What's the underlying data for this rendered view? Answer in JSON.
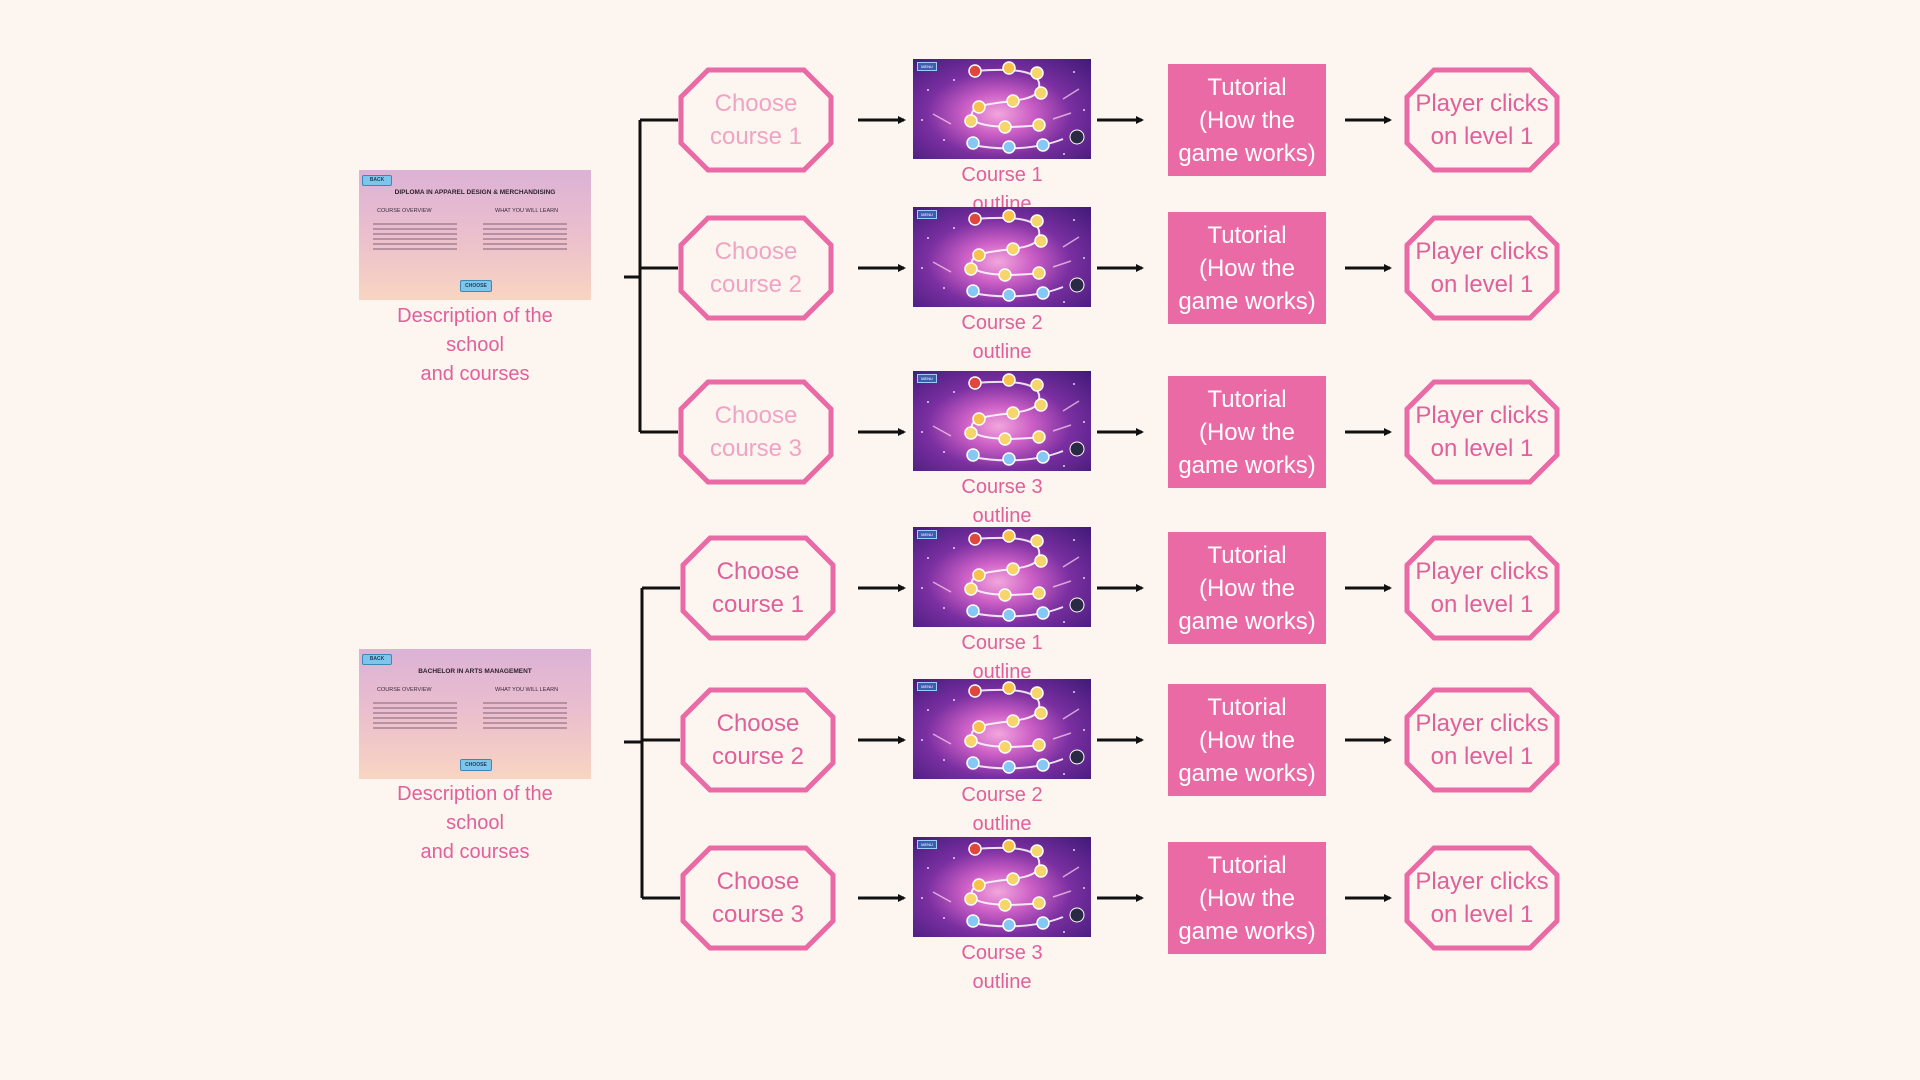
{
  "flows": [
    {
      "description": {
        "back_label": "BACK",
        "title": "DIPLOMA IN APPAREL DESIGN & MERCHANDISING",
        "col1_heading": "COURSE OVERVIEW",
        "col2_heading": "WHAT YOU WILL LEARN",
        "choose_label": "CHOOSE",
        "caption_lines": [
          "Description of the",
          "school",
          "and courses"
        ]
      },
      "rows": [
        {
          "choose_lines": [
            "Choose",
            "course 1"
          ],
          "outline_lines": [
            "Course 1",
            "outline"
          ],
          "tutorial_lines": [
            "Tutorial",
            "(How the",
            "game works)"
          ],
          "player_lines": [
            "Player clicks",
            "on level 1"
          ]
        },
        {
          "choose_lines": [
            "Choose",
            "course 2"
          ],
          "outline_lines": [
            "Course 2",
            "outline"
          ],
          "tutorial_lines": [
            "Tutorial",
            "(How the",
            "game works)"
          ],
          "player_lines": [
            "Player clicks",
            "on level 1"
          ]
        },
        {
          "choose_lines": [
            "Choose",
            "course 3"
          ],
          "outline_lines": [
            "Course 3",
            "outline"
          ],
          "tutorial_lines": [
            "Tutorial",
            "(How the",
            "game works)"
          ],
          "player_lines": [
            "Player clicks",
            "on level 1"
          ]
        }
      ]
    },
    {
      "description": {
        "back_label": "BACK",
        "title": "BACHELOR IN ARTS MANAGEMENT",
        "col1_heading": "COURSE OVERVIEW",
        "col2_heading": "WHAT YOU WILL LEARN",
        "choose_label": "CHOOSE",
        "caption_lines": [
          "Description of the",
          "school",
          "and courses"
        ]
      },
      "rows": [
        {
          "choose_lines": [
            "Choose",
            "course 1"
          ],
          "outline_lines": [
            "Course 1",
            "outline"
          ],
          "tutorial_lines": [
            "Tutorial",
            "(How the",
            "game works)"
          ],
          "player_lines": [
            "Player clicks",
            "on level 1"
          ]
        },
        {
          "choose_lines": [
            "Choose",
            "course 2"
          ],
          "outline_lines": [
            "Course 2",
            "outline"
          ],
          "tutorial_lines": [
            "Tutorial",
            "(How the",
            "game works)"
          ],
          "player_lines": [
            "Player clicks",
            "on level 1"
          ]
        },
        {
          "choose_lines": [
            "Choose",
            "course 3"
          ],
          "outline_lines": [
            "Course 3",
            "outline"
          ],
          "tutorial_lines": [
            "Tutorial",
            "(How the",
            "game works)"
          ],
          "player_lines": [
            "Player clicks",
            "on level 1"
          ]
        }
      ]
    }
  ],
  "game_thumbnail": {
    "menu_label": "MENU"
  },
  "colors": {
    "background": "#fdf5f0",
    "accent_pink": "#ea6aa6",
    "text_pink": "#e0609a",
    "faded_text_pink": "#f0a4c4",
    "connector": "#111111"
  }
}
